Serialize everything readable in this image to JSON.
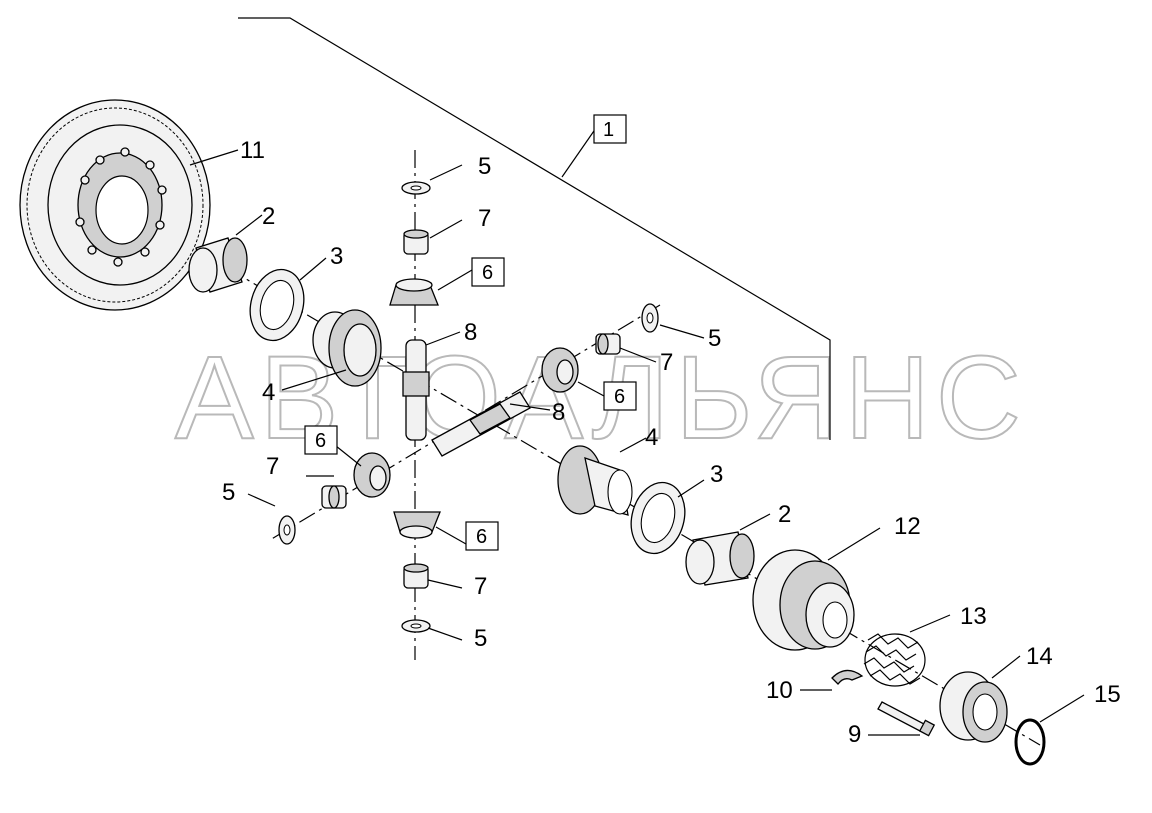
{
  "watermark": "АВТОАЛЬЯНС",
  "callouts": [
    {
      "id": "c-1",
      "text": "1",
      "boxed": true
    },
    {
      "id": "c-2a",
      "text": "2",
      "boxed": false
    },
    {
      "id": "c-2b",
      "text": "2",
      "boxed": false
    },
    {
      "id": "c-3a",
      "text": "3",
      "boxed": false
    },
    {
      "id": "c-3b",
      "text": "3",
      "boxed": false
    },
    {
      "id": "c-4a",
      "text": "4",
      "boxed": false
    },
    {
      "id": "c-4b",
      "text": "4",
      "boxed": false
    },
    {
      "id": "c-5a",
      "text": "5",
      "boxed": false
    },
    {
      "id": "c-5b",
      "text": "5",
      "boxed": false
    },
    {
      "id": "c-5c",
      "text": "5",
      "boxed": false
    },
    {
      "id": "c-5d",
      "text": "5",
      "boxed": false
    },
    {
      "id": "c-6a",
      "text": "6",
      "boxed": true
    },
    {
      "id": "c-6b",
      "text": "6",
      "boxed": true
    },
    {
      "id": "c-6c",
      "text": "6",
      "boxed": true
    },
    {
      "id": "c-6d",
      "text": "6",
      "boxed": true
    },
    {
      "id": "c-7a",
      "text": "7",
      "boxed": false
    },
    {
      "id": "c-7b",
      "text": "7",
      "boxed": false
    },
    {
      "id": "c-7c",
      "text": "7",
      "boxed": false
    },
    {
      "id": "c-7d",
      "text": "7",
      "boxed": false
    },
    {
      "id": "c-8a",
      "text": "8",
      "boxed": false
    },
    {
      "id": "c-8b",
      "text": "8",
      "boxed": false
    },
    {
      "id": "c-9",
      "text": "9",
      "boxed": false
    },
    {
      "id": "c-10",
      "text": "10",
      "boxed": false
    },
    {
      "id": "c-11",
      "text": "11",
      "boxed": false
    },
    {
      "id": "c-12",
      "text": "12",
      "boxed": false
    },
    {
      "id": "c-13",
      "text": "13",
      "boxed": false
    },
    {
      "id": "c-14",
      "text": "14",
      "boxed": false
    },
    {
      "id": "c-15",
      "text": "15",
      "boxed": false
    }
  ]
}
